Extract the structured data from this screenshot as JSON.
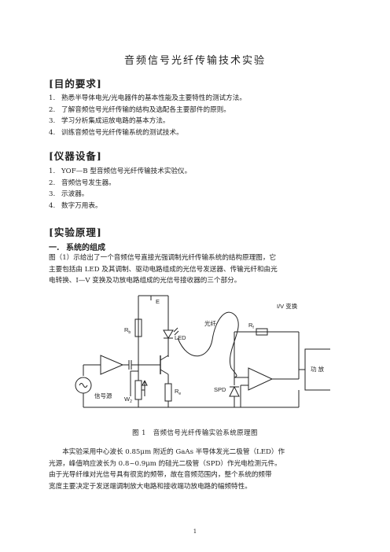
{
  "title": "音频信号光纤传输技术实验",
  "sections": {
    "objectives": {
      "heading": "[目的要求]",
      "items": [
        {
          "num": "1.",
          "text": "熟悉半导体电光/光电器件的基本性能及主要特性的测试方法。"
        },
        {
          "num": "2.",
          "text": "了解音频信号光纤传输的结构及选配各主要部件的原则。"
        },
        {
          "num": "3.",
          "text": "学习分析集成运放电路的基本方法。"
        },
        {
          "num": "4.",
          "text": "训练音频信号光纤传输系统的测试技术。"
        }
      ]
    },
    "equipment": {
      "heading": "[仪器设备]",
      "items": [
        {
          "num": "1.",
          "text": "YOF—B 型音频信号光纤传输技术实验仪。"
        },
        {
          "num": "2.",
          "text": "音频信号发生器。"
        },
        {
          "num": "3.",
          "text": "示波器。"
        },
        {
          "num": "4.",
          "text": "数字万用表。"
        }
      ]
    },
    "principle": {
      "heading": "[实验原理]",
      "sub_num": "一.",
      "sub_title": "系统的组成",
      "para1_lines": [
        "图（1）示给出了一个音频信号直接光强调制光纤传输系统的结构原理图，它",
        "主要包括由 LED 及其调制、驱动电路组成的光信号发送器、传输光纤和由光",
        "电转换、I—V 变换及功放电路组成的光信号接收器的三个部分。"
      ],
      "para2_lines": [
        "　　本实验采用中心波长 0.85μm 附近的 GaAs 半导体发光二极管（LED）作",
        "光源，峰值响应波长为 0.8~0.9μm 的硅光二极管（SPD）作光电检测元件。",
        "由于光导纤维对光信号具有很宽的频带，故在音频范围内，整个系统的频带",
        "宽度主要决定于发送端调制放大电路和接收端功放电路的幅频特性。"
      ]
    }
  },
  "diagram": {
    "labels": {
      "E": "E",
      "iv": "I/V 变换",
      "fiber": "光纤",
      "led": "LED",
      "rb": "R",
      "rb_sub": "b",
      "rf": "R",
      "rf_sub": "f",
      "re": "R",
      "re_sub": "e",
      "w": "W",
      "w_sub": "2",
      "spd": "SPD",
      "amp": "功 放",
      "source": "信号源"
    }
  },
  "caption": "图 1　音频信号光纤传输实验系统原理图",
  "page_number": "1"
}
